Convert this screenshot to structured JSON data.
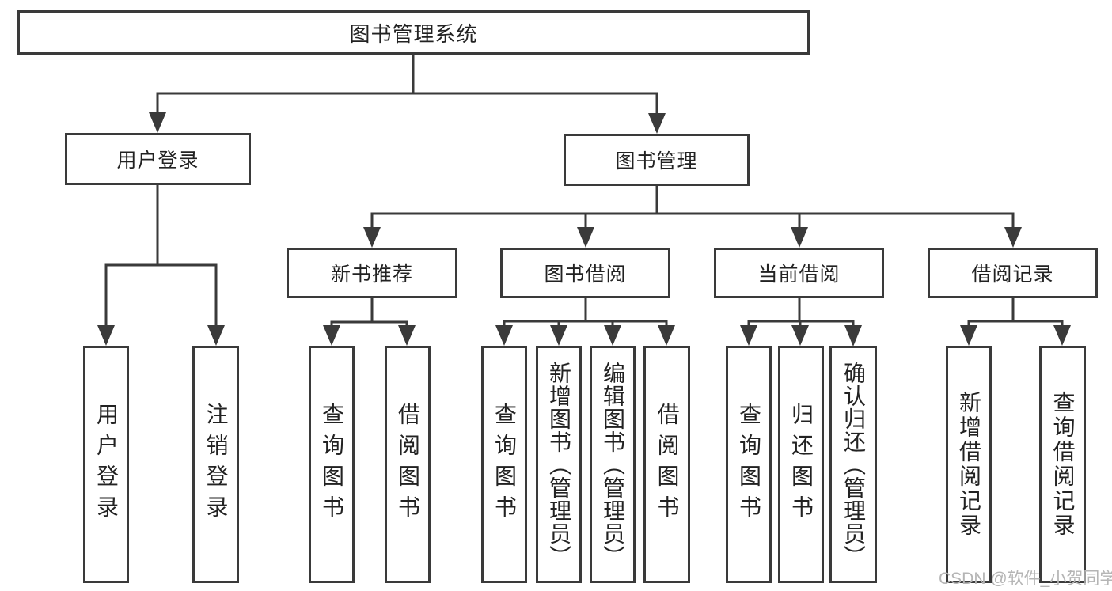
{
  "tree": {
    "root": "图书管理系统",
    "branches": [
      {
        "label": "用户登录",
        "children": [
          "用户登录",
          "注销登录"
        ]
      },
      {
        "label": "图书管理",
        "groups": [
          {
            "label": "新书推荐",
            "children": [
              "查询图书",
              "借阅图书"
            ]
          },
          {
            "label": "图书借阅",
            "children": [
              "查询图书",
              "新增图书（管理员）",
              "编辑图书（管理员）",
              "借阅图书"
            ]
          },
          {
            "label": "当前借阅",
            "children": [
              "查询图书",
              "归还图书",
              "确认归还（管理员）"
            ]
          },
          {
            "label": "借阅记录",
            "children": [
              "新增借阅记录",
              "查询借阅记录"
            ]
          }
        ]
      }
    ]
  },
  "watermark": {
    "text": "CSDN @软件_小贺同学"
  },
  "colors": {
    "line": "#3a3a3a",
    "box_fill": "#ffffff",
    "text": "#222222",
    "watermark": "#b5b5b5"
  }
}
